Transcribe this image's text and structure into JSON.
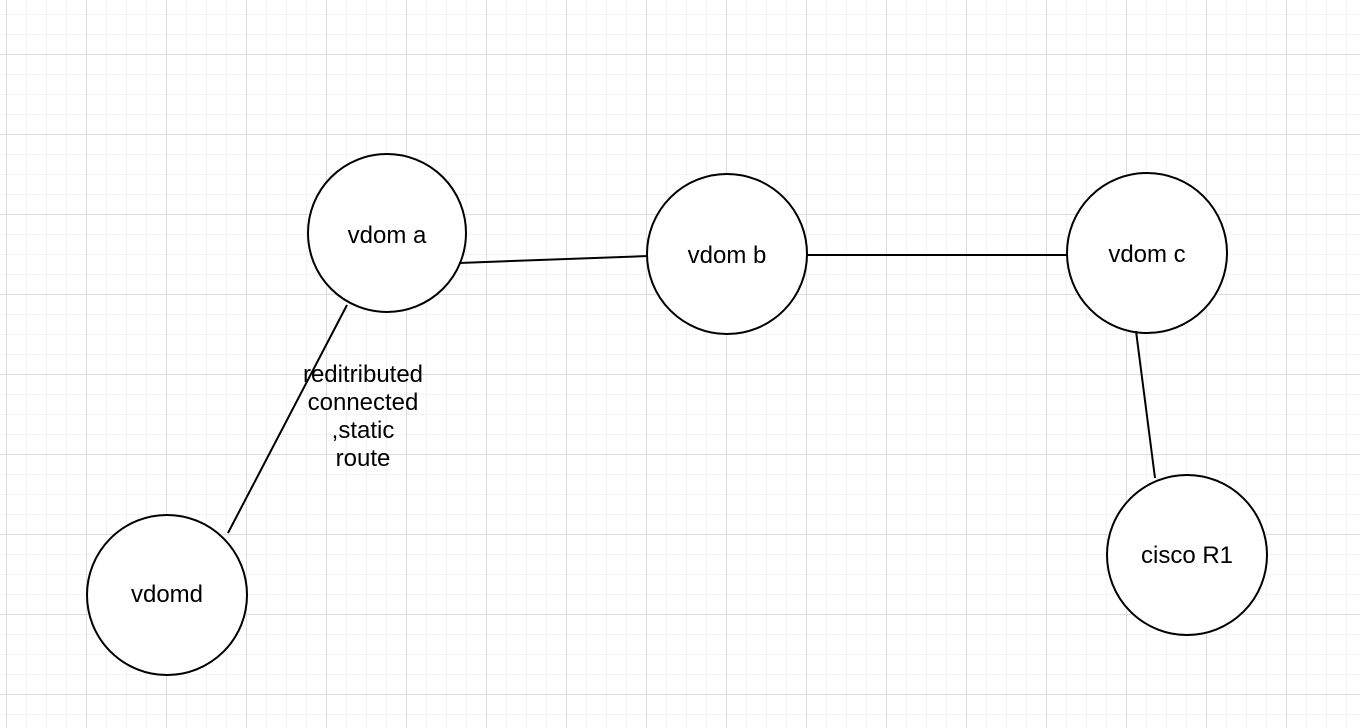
{
  "canvas": {
    "background": "#ffffff",
    "grid_minor_color": "#f3f3f3",
    "grid_major_color": "#dcdcdc"
  },
  "diagram": {
    "node_fill": "#ffffff",
    "node_stroke": "#000000",
    "edge_color": "#000000",
    "text_color": "#000000",
    "nodes": [
      {
        "id": "vdom-a",
        "label": "vdom a"
      },
      {
        "id": "vdom-b",
        "label": "vdom b"
      },
      {
        "id": "vdom-c",
        "label": "vdom c"
      },
      {
        "id": "vdomd",
        "label": "vdomd"
      },
      {
        "id": "cisco-r1",
        "label": "cisco R1"
      }
    ],
    "edges": [
      {
        "id": "vdom-a--vdom-b",
        "from": "vdom a",
        "to": "vdom b",
        "label": ""
      },
      {
        "id": "vdom-b--vdom-c",
        "from": "vdom b",
        "to": "vdom c",
        "label": ""
      },
      {
        "id": "vdom-c--cisco-r1",
        "from": "vdom c",
        "to": "cisco R1",
        "label": ""
      },
      {
        "id": "vdom-a--vdomd",
        "from": "vdom a",
        "to": "vdomd",
        "label": "reditributed\nconnected\n,static\nroute"
      }
    ]
  }
}
